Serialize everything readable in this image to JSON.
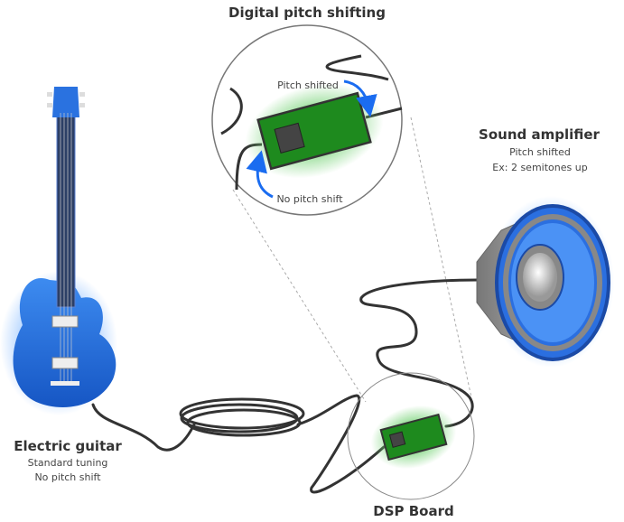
{
  "title": "Digital pitch shifting",
  "zoom_labels": {
    "shifted": "Pitch shifted",
    "unshifted": "No pitch shift"
  },
  "guitar": {
    "label": "Electric guitar",
    "line1": "Standard tuning",
    "line2": "No pitch shift"
  },
  "dsp": {
    "label": "DSP Board"
  },
  "amplifier": {
    "label": "Sound amplifier",
    "line1": "Pitch shifted",
    "line2": "Ex: 2 semitones up"
  },
  "colors": {
    "blue": "#2a72e0",
    "green": "#1e8a1e",
    "arrow": "#1a6cf0"
  }
}
